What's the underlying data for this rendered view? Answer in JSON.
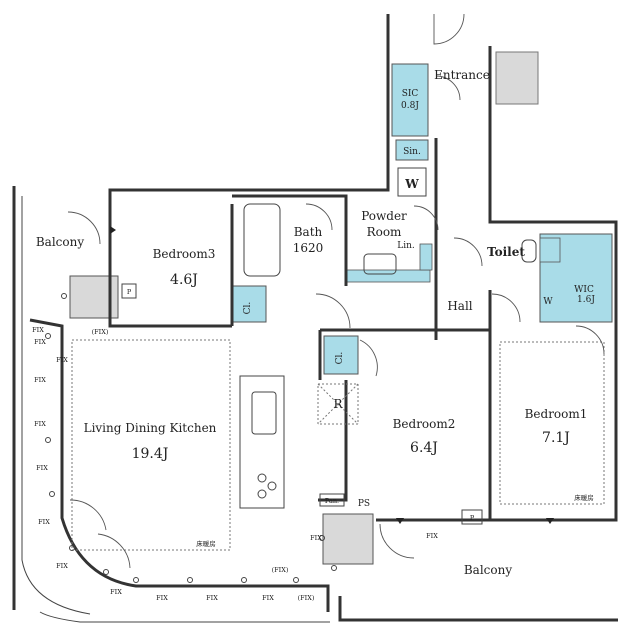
{
  "colors": {
    "wall": "#333333",
    "storage": "#a9dce8",
    "box": "#d9d9d9"
  },
  "rooms": {
    "entrance": "Entrance",
    "sic": "SIC",
    "sic_size": "0.8J",
    "sin": "Sin.",
    "w_box": "W",
    "balcony_left": "Balcony",
    "bedroom3": "Bedroom3",
    "bedroom3_size": "4.6J",
    "bath": "Bath",
    "bath_size": "1620",
    "powder_line1": "Powder",
    "powder_line2": "Room",
    "lin": "Lin.",
    "toilet": "Toilet",
    "wic": "WIC",
    "wic_size": "1.6J",
    "wic_w": "W",
    "hall": "Hall",
    "cl_bed3": "Cl.",
    "cl_hall": "Cl.",
    "ldk": "Living Dining Kitchen",
    "ldk_size": "19.4J",
    "r_mark": "R",
    "bedroom2": "Bedroom2",
    "bedroom2_size": "6.4J",
    "bedroom1": "Bedroom1",
    "bedroom1_size": "7.1J",
    "pan": "Pan.",
    "ps": "PS",
    "p_left": "P",
    "p_right": "P",
    "floor_mark_ldk": "床暖房",
    "floor_mark_bed1": "床暖房",
    "balcony_bottom": "Balcony"
  },
  "fix_labels": [
    "FIX",
    "(FIX)",
    "FIX",
    "FIX",
    "FIX",
    "FIX",
    "FIX",
    "FIX",
    "FIX",
    "FIX",
    "FIX",
    "FIX",
    "FIX",
    "(FIX)",
    "(FIX)",
    "FIX",
    "FIX"
  ]
}
